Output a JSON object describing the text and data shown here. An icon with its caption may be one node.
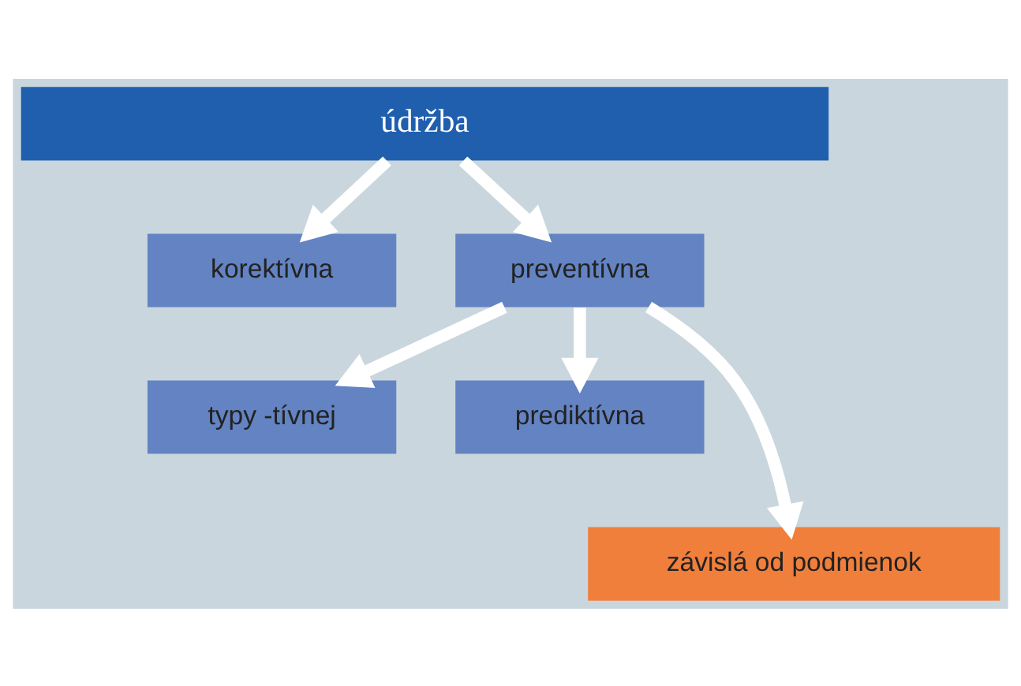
{
  "diagram": {
    "nodes": [
      {
        "text": [
          "údržba"
        ]
      },
      {
        "text": [
          "korektívna"
        ]
      },
      {
        "text": [
          "preventívna"
        ]
      },
      {
        "text": [
          "typy -tívnej"
        ]
      },
      {
        "text": [
          "prediktívna"
        ]
      },
      {
        "text": [
          "závislá od podmienok"
        ]
      }
    ],
    "edges": [
      {
        "from": 0,
        "to": 1,
        "arrow": "to"
      },
      {
        "from": 0,
        "to": 2,
        "arrow": "to"
      },
      {
        "from": 2,
        "to": 3,
        "arrow": "to"
      },
      {
        "from": 2,
        "to": 4,
        "arrow": "to"
      },
      {
        "from": 2,
        "to": 5,
        "arrow": "to"
      }
    ]
  }
}
